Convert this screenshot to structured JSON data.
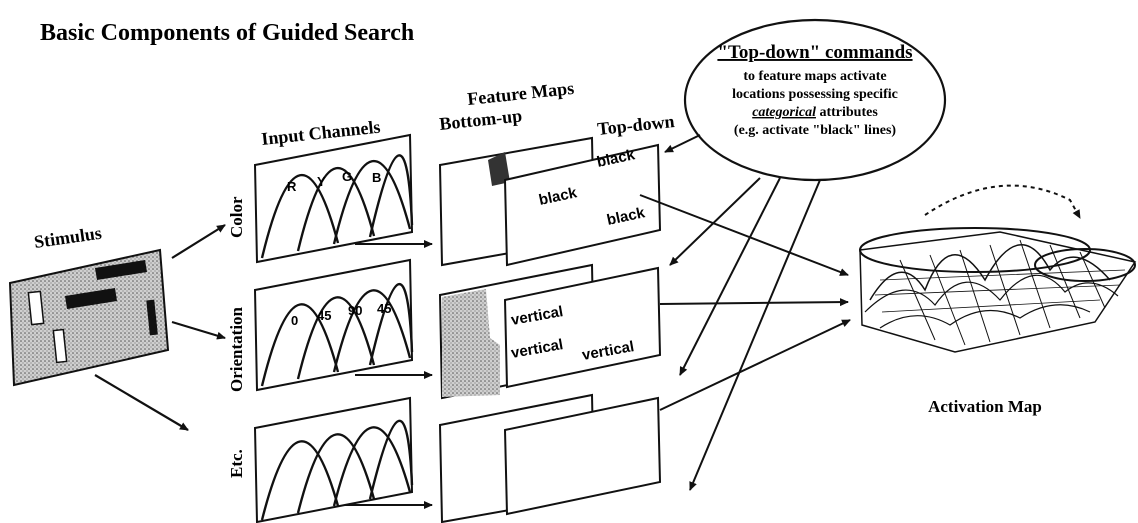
{
  "title": "Basic Components of Guided Search",
  "stimulus_label": "Stimulus",
  "input_channels_label": "Input Channels",
  "feature_maps_label": "Feature Maps",
  "bottom_up_label": "Bottom-up",
  "top_down_label": "Top-down",
  "channels": {
    "color": {
      "name": "Color",
      "curve_labels": [
        "R",
        "Y",
        "G",
        "B"
      ],
      "topdown_words": [
        "black",
        "black",
        "black"
      ]
    },
    "orientation": {
      "name": "Orientation",
      "curve_labels": [
        "0",
        "45",
        "90",
        "45"
      ],
      "topdown_words": [
        "vertical",
        "vertical",
        "vertical"
      ]
    },
    "etc": {
      "name": "Etc."
    }
  },
  "topdown_box": {
    "heading": "\"Top-down\" commands",
    "line1": "to feature maps activate",
    "line2": "locations possessing specific",
    "line3_word": "categorical",
    "line3_rest": " attributes",
    "line4": "(e.g. activate \"black\" lines)"
  },
  "activation_label": "Activation Map"
}
